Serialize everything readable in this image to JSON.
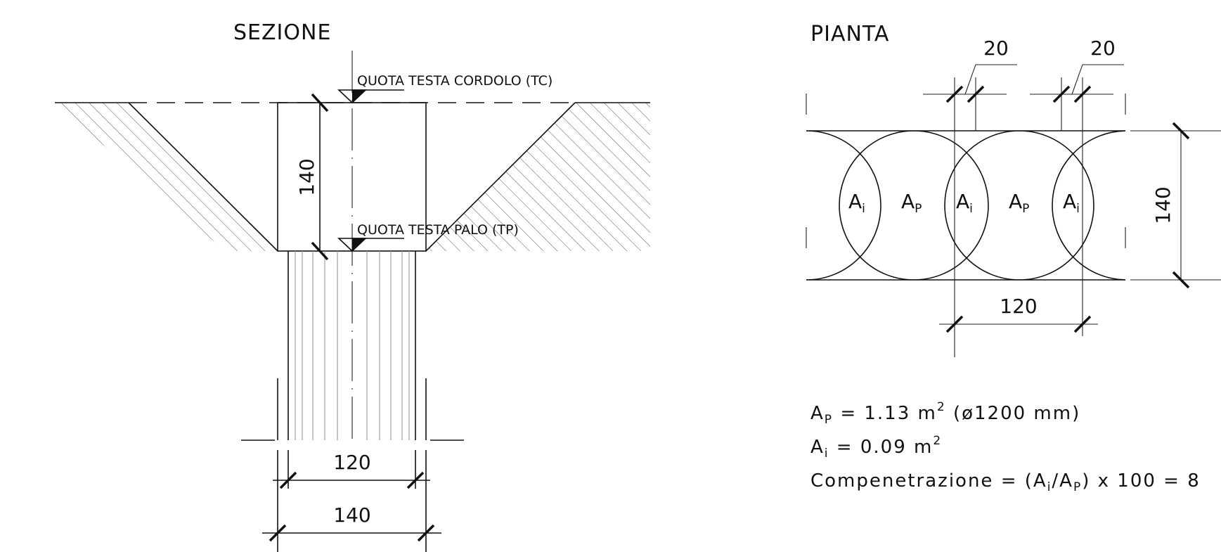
{
  "section": {
    "title": "SEZIONE",
    "label_tc": "QUOTA TESTA CORDOLO (TC)",
    "label_tp": "QUOTA TESTA PALO (TP)",
    "dim_height": "140",
    "dim_pile_width": "120",
    "dim_beam_width": "140"
  },
  "plan": {
    "title": "PIANTA",
    "dim_overlap_left": "20",
    "dim_overlap_right": "20",
    "dim_height": "140",
    "dim_spacing": "120",
    "area_labels": {
      "pile": "A",
      "pile_sub": "P",
      "inter": "A",
      "inter_sub": "i"
    }
  },
  "formulas": {
    "line1_a": "A",
    "line1_sub": "P",
    "line1_rest": " = 1.13 m",
    "line1_sup": "2",
    "line1_tail": " (ø1200 mm)",
    "line2_a": "A",
    "line2_sub": "i",
    "line2_rest": " = 0.09 m",
    "line2_sup": "2",
    "line3_text": "Compenetrazione = (A",
    "line3_sub1": "i",
    "line3_mid": "/A",
    "line3_sub2": "P",
    "line3_tail": ") x 100 = 8"
  }
}
